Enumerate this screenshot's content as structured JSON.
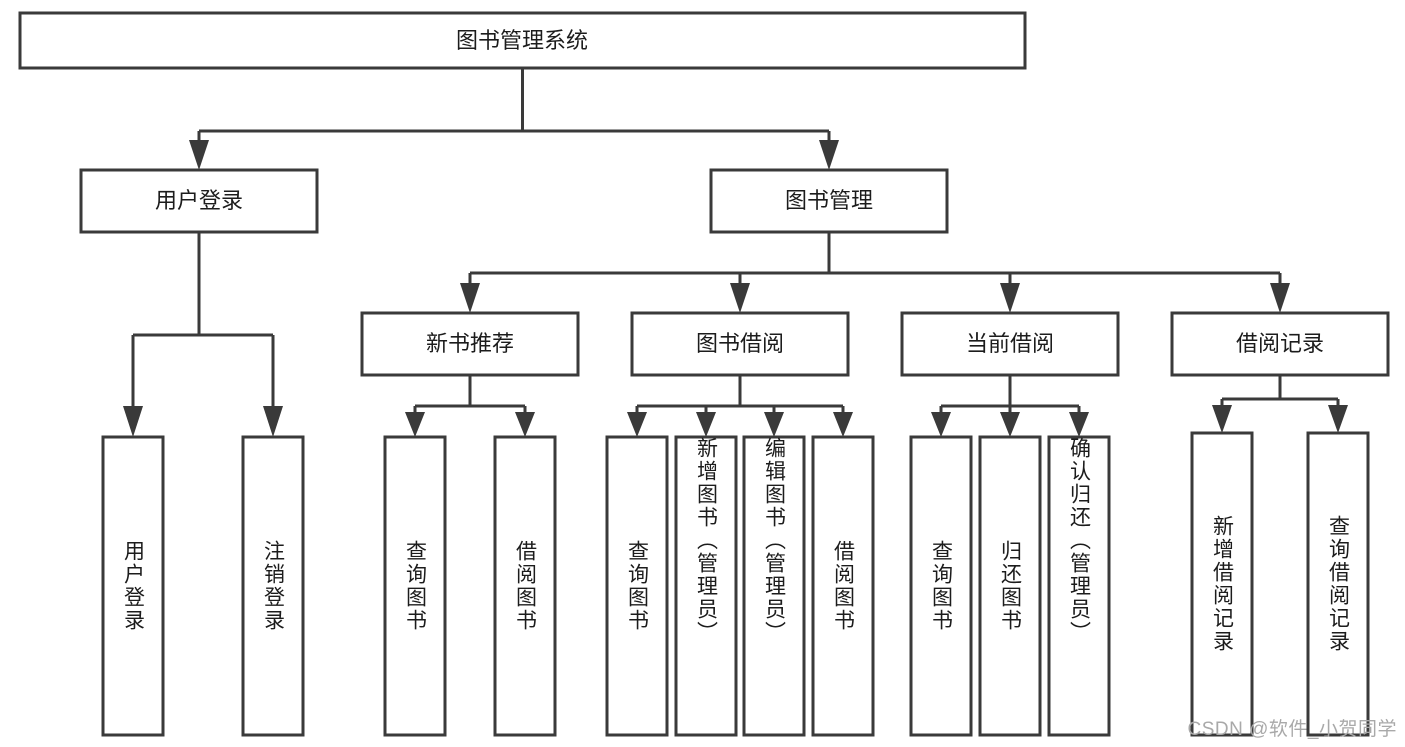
{
  "diagram": {
    "title": "图书管理系统",
    "type": "hierarchy-tree",
    "watermark": "CSDN @软件_小贺同学",
    "colors": {
      "box_stroke": "#3a3a3a",
      "box_fill": "#ffffff",
      "text": "#1c1c1c",
      "watermark": "#a9a9a9",
      "page_background": "#ffffff"
    },
    "levels": {
      "root": {
        "label": "图书管理系统"
      },
      "level2": [
        {
          "id": "user-login",
          "label": "用户登录"
        },
        {
          "id": "book-management",
          "label": "图书管理"
        }
      ],
      "level3": [
        {
          "id": "new-book-recommend",
          "label": "新书推荐",
          "parent": "book-management"
        },
        {
          "id": "book-borrow",
          "label": "图书借阅",
          "parent": "book-management"
        },
        {
          "id": "current-borrow",
          "label": "当前借阅",
          "parent": "book-management"
        },
        {
          "id": "borrow-record",
          "label": "借阅记录",
          "parent": "book-management"
        }
      ],
      "leaves": [
        {
          "id": "leaf-user-login",
          "label": "用户登录",
          "parent": "user-login"
        },
        {
          "id": "leaf-logout-login",
          "label": "注销登录",
          "parent": "user-login"
        },
        {
          "id": "leaf-query-book-1",
          "label": "查询图书",
          "parent": "new-book-recommend"
        },
        {
          "id": "leaf-borrow-book-1",
          "label": "借阅图书",
          "parent": "new-book-recommend"
        },
        {
          "id": "leaf-query-book-2",
          "label": "查询图书",
          "parent": "book-borrow"
        },
        {
          "id": "leaf-add-book",
          "label": "新增图书（管理员）",
          "parent": "book-borrow"
        },
        {
          "id": "leaf-edit-book",
          "label": "编辑图书（管理员）",
          "parent": "book-borrow"
        },
        {
          "id": "leaf-borrow-book-2",
          "label": "借阅图书",
          "parent": "book-borrow"
        },
        {
          "id": "leaf-query-book-3",
          "label": "查询图书",
          "parent": "current-borrow"
        },
        {
          "id": "leaf-return-book",
          "label": "归还图书",
          "parent": "current-borrow"
        },
        {
          "id": "leaf-confirm-return",
          "label": "确认归还（管理员）",
          "parent": "current-borrow"
        },
        {
          "id": "leaf-add-record",
          "label": "新增借阅记录",
          "parent": "borrow-record"
        },
        {
          "id": "leaf-query-record",
          "label": "查询借阅记录",
          "parent": "borrow-record"
        }
      ]
    }
  }
}
